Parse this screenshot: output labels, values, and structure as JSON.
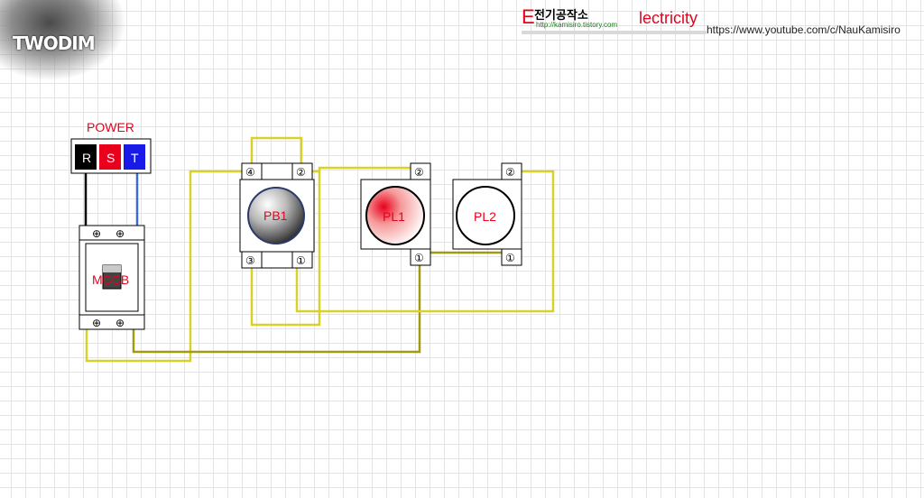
{
  "logo": {
    "text": "TWODIM"
  },
  "header": {
    "e_letter": "E",
    "korean": "전기공작소",
    "blog_url": "http://kamisiro.tistory.com",
    "suffix": "lectricity",
    "youtube_url": "https://www.youtube.com/c/NauKamisiro"
  },
  "diagram": {
    "power_label": "POWER",
    "phases": [
      {
        "label": "R",
        "color": "#000000"
      },
      {
        "label": "S",
        "color": "#e8001c"
      },
      {
        "label": "T",
        "color": "#1a1ae8"
      }
    ],
    "mccb_label": "MCCB",
    "pb1_label": "PB1",
    "pl1_label": "PL1",
    "pl2_label": "PL2",
    "terminals": {
      "pb1_top_left": "④",
      "pb1_top_right": "②",
      "pb1_bottom_left": "③",
      "pb1_bottom_right": "①",
      "pl1_top": "②",
      "pl1_bottom": "①",
      "pl2_top": "②",
      "pl2_bottom": "①",
      "screw": "⊕"
    },
    "colors": {
      "wire_yellow": "#d9d128",
      "wire_olive": "#a19b12",
      "wire_black": "#000000",
      "wire_blue": "#3b6bd9",
      "label_red": "#e8001c"
    }
  }
}
